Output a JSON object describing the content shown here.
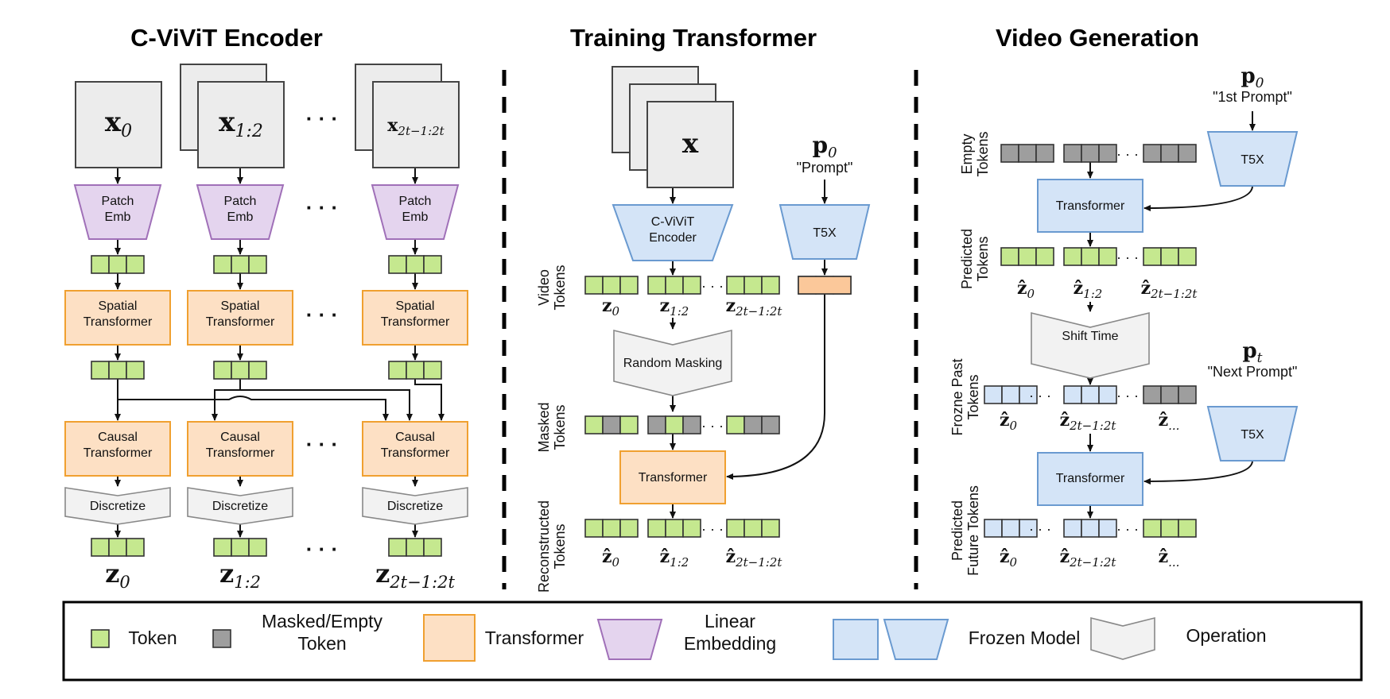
{
  "sections": {
    "encoder_title": "C-ViViT Encoder",
    "training_title": "Training Transformer",
    "generation_title": "Video Generation"
  },
  "encoder": {
    "frame_labels": [
      "x0",
      "x1:2",
      "x2t−1:2t"
    ],
    "patch_emb": "Patch\nEmb",
    "spatial": "Spatial\nTransformer",
    "causal": "Causal\nTransformer",
    "discretize": "Discretize",
    "out_labels": [
      "z0",
      "z1:2",
      "z2t−1:2t"
    ]
  },
  "training": {
    "frame_label": "x",
    "encoder": "C-ViViT\nEncoder",
    "prompt_symbol": "p0",
    "prompt_text": "\"Prompt\"",
    "t5x": "T5X",
    "video_tokens": "Video\nTokens",
    "token_labels": [
      "z0",
      "z1:2",
      "z2t−1:2t"
    ],
    "random_masking": "Random Masking",
    "masked_tokens": "Masked\nTokens",
    "transformer": "Transformer",
    "reconstructed_tokens": "Reconstructed\nTokens",
    "recon_labels": [
      "ẑ0",
      "ẑ1:2",
      "ẑ2t−1:2t"
    ]
  },
  "generation": {
    "prompt0_symbol": "p0",
    "prompt0_text": "\"1st Prompt\"",
    "t5x": "T5X",
    "empty_tokens": "Empty\nTokens",
    "transformer": "Transformer",
    "predicted_tokens": "Predicted\nTokens",
    "pred_labels": [
      "ẑ0",
      "ẑ1:2",
      "ẑ2t−1:2t"
    ],
    "shift_time": "Shift Time",
    "frozen_past": "Frozne Past\nTokens",
    "past_labels": [
      "ẑ0",
      "ẑ2t−1:2t",
      "ẑ..."
    ],
    "promptt_symbol": "pt",
    "promptt_text": "\"Next Prompt\"",
    "predicted_future": "Predicted\nFuture Tokens",
    "future_labels": [
      "ẑ0",
      "ẑ2t−1:2t",
      "ẑ..."
    ]
  },
  "legend": {
    "token": "Token",
    "masked": "Masked/Empty\nToken",
    "transformer": "Transformer",
    "linear": "Linear\nEmbedding",
    "frozen": "Frozen Model",
    "operation": "Operation"
  },
  "colors": {
    "token_green": "#c5e88f",
    "masked_gray": "#9e9e9e",
    "transformer_orange": "#fde0c4",
    "transformer_border": "#f0a030",
    "embedding_purple": "#e4d4ee",
    "embedding_border": "#a070b8",
    "frozen_blue": "#d4e4f7",
    "frozen_border": "#6a9ad0",
    "op_gray": "#f2f2f2"
  }
}
